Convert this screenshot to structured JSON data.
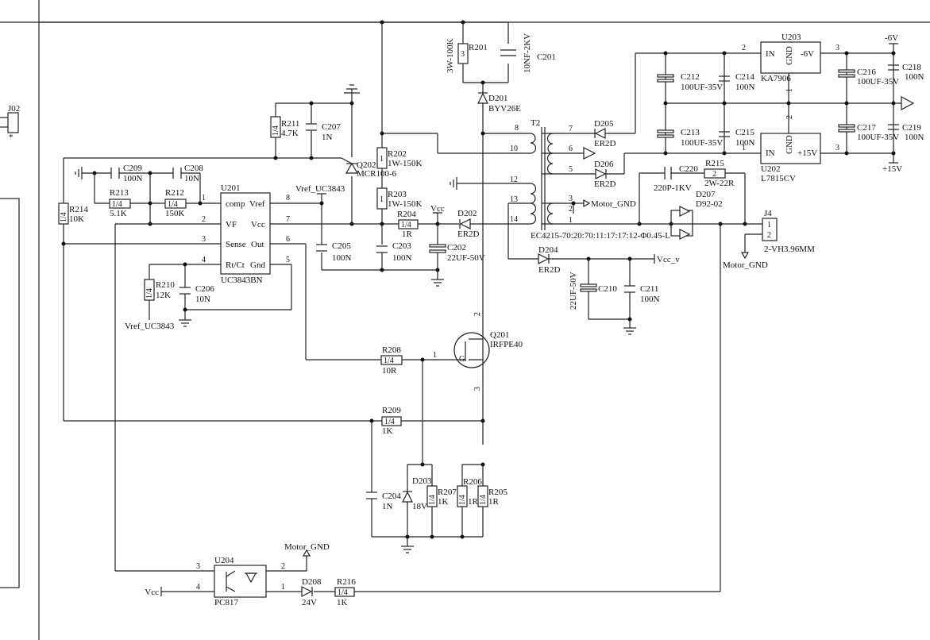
{
  "title": "UC3843 flyback power supply schematic",
  "components": {
    "J02": {
      "ref": "J02",
      "mark": "*"
    },
    "U201": {
      "ref": "U201",
      "part": "UC3843BN",
      "pins": [
        "comp",
        "Vref",
        "VF",
        "Vcc",
        "Sense",
        "Out",
        "Rt/Ct",
        "Gnd"
      ],
      "pin_numbers": [
        "1",
        "8",
        "2",
        "7",
        "3",
        "6",
        "4",
        "5"
      ]
    },
    "U202": {
      "ref": "U202",
      "part": "L7815CV",
      "in": "IN",
      "gnd": "GND",
      "out": "+15V",
      "pin_in": "1",
      "pin_gnd": "2",
      "pin_out": "3"
    },
    "U203": {
      "ref": "U203",
      "part": "KA7906",
      "in": "IN",
      "gnd": "GND",
      "out": "-6V",
      "pin_in": "2",
      "pin_gnd": "1",
      "pin_out": "3"
    },
    "U204": {
      "ref": "U204",
      "part": "PC817",
      "pins": [
        "3",
        "4",
        "2",
        "1"
      ]
    },
    "T2": {
      "ref": "T2",
      "part": "EC4215-70:20:70:11:17:17:12-Φ0.45-L",
      "pins": [
        "8",
        "10",
        "12",
        "13",
        "14",
        "7",
        "6",
        "5",
        "3",
        "2",
        "1"
      ]
    },
    "Q201": {
      "ref": "Q201",
      "part": "IRFPE40",
      "pins": [
        "1",
        "2",
        "3"
      ],
      "gate": "G"
    },
    "Q202": {
      "ref": "Q202",
      "part": "MCR100-6"
    },
    "R201": {
      "ref": "R201",
      "value": "3W-100K",
      "body": "3"
    },
    "R202": {
      "ref": "R202",
      "value": "1W-150K",
      "body": "1"
    },
    "R203": {
      "ref": "R203",
      "value": "1W-150K",
      "body": "1"
    },
    "R204": {
      "ref": "R204",
      "value": "1R",
      "body": "1/4"
    },
    "R205": {
      "ref": "R205",
      "value": "1R",
      "body": "1/4"
    },
    "R206": {
      "ref": "R206",
      "value": "1R",
      "body": "1/4"
    },
    "R207": {
      "ref": "R207",
      "value": "1K",
      "body": "1/4"
    },
    "R208": {
      "ref": "R208",
      "value": "10R",
      "body": "1/4"
    },
    "R209": {
      "ref": "R209",
      "value": "1K",
      "body": "1/4"
    },
    "R210": {
      "ref": "R210",
      "value": "12K",
      "body": "1/4"
    },
    "R211": {
      "ref": "R211",
      "value": "4.7K",
      "body": "1/4"
    },
    "R212": {
      "ref": "R212",
      "value": "150K",
      "body": "1/4"
    },
    "R213": {
      "ref": "R213",
      "value": "5.1K",
      "body": "1/4"
    },
    "R214": {
      "ref": "R214",
      "value": "10K",
      "body": "1/4"
    },
    "R215": {
      "ref": "R215",
      "value": "2W-22R",
      "body": "2"
    },
    "R216": {
      "ref": "R216",
      "value": "1K",
      "body": "1/4"
    },
    "C201": {
      "ref": "C201",
      "value": "10NF-2KV"
    },
    "C202": {
      "ref": "C202",
      "value": "22UF-50V"
    },
    "C203": {
      "ref": "C203",
      "value": "100N"
    },
    "C204": {
      "ref": "C204",
      "value": "1N"
    },
    "C205": {
      "ref": "C205",
      "value": "100N"
    },
    "C206": {
      "ref": "C206",
      "value": "10N"
    },
    "C207": {
      "ref": "C207",
      "value": "1N"
    },
    "C208": {
      "ref": "C208",
      "value": "10N"
    },
    "C209": {
      "ref": "C209",
      "value": "100N"
    },
    "C210": {
      "ref": "C210",
      "value": "22UF-50V"
    },
    "C211": {
      "ref": "C211",
      "value": "100N"
    },
    "C212": {
      "ref": "C212",
      "value": "100UF-35V"
    },
    "C213": {
      "ref": "C213",
      "value": "100UF-35V"
    },
    "C214": {
      "ref": "C214",
      "value": "100N"
    },
    "C215": {
      "ref": "C215",
      "value": "100N"
    },
    "C216": {
      "ref": "C216",
      "value": "100UF-35V"
    },
    "C217": {
      "ref": "C217",
      "value": "100UF-35V"
    },
    "C218": {
      "ref": "C218",
      "value": "100N"
    },
    "C219": {
      "ref": "C219",
      "value": "100N"
    },
    "C220": {
      "ref": "C220",
      "value": "220P-1KV"
    },
    "D201": {
      "ref": "D201",
      "part": "BYV26E"
    },
    "D202": {
      "ref": "D202",
      "part": "ER2D"
    },
    "D203": {
      "ref": "D203",
      "part": "18V"
    },
    "D204": {
      "ref": "D204",
      "part": "ER2D"
    },
    "D205": {
      "ref": "D205",
      "part": "ER2D"
    },
    "D206": {
      "ref": "D206",
      "part": "ER2D"
    },
    "D207": {
      "ref": "D207",
      "part": "D92-02"
    },
    "D208": {
      "ref": "D208",
      "part": "24V"
    },
    "J4": {
      "ref": "J4",
      "part": "2-VH3.96MM",
      "pins": [
        "1",
        "2"
      ]
    }
  },
  "nets": {
    "vref_uc3843": "Vref_UC3843",
    "vcc": "Vcc",
    "vcc_v": "Vcc_v",
    "motor_gnd": "Motor_GND",
    "neg6v": "-6V",
    "pos15v": "+15V"
  }
}
